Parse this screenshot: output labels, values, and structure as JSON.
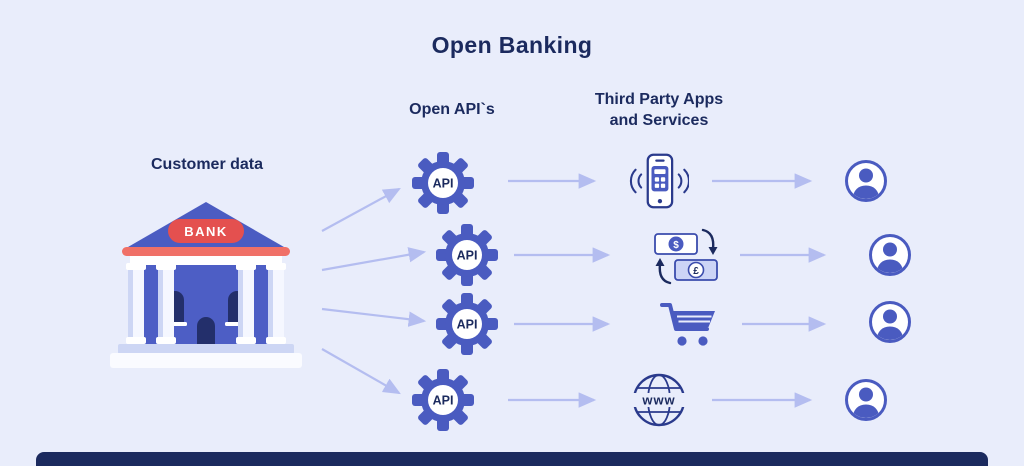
{
  "title": "Open Banking",
  "labels": {
    "customer_data": "Customer data",
    "open_apis": "Open API`s",
    "third_party_line1": "Third Party Apps",
    "third_party_line2": "and Services",
    "bank": "BANK",
    "www": "www",
    "dollar": "$",
    "pound": "£"
  },
  "flows": [
    {
      "api_label": "API",
      "service": "mobile-banking-app"
    },
    {
      "api_label": "API",
      "service": "money-exchange"
    },
    {
      "api_label": "API",
      "service": "shopping-cart"
    },
    {
      "api_label": "API",
      "service": "website"
    }
  ],
  "colors": {
    "background": "#e9edfb",
    "accent_blue": "#4a5bc0",
    "dark_navy": "#1b2a5e",
    "arrow": "#b4bdf0",
    "banner_red": "#e4504f"
  }
}
